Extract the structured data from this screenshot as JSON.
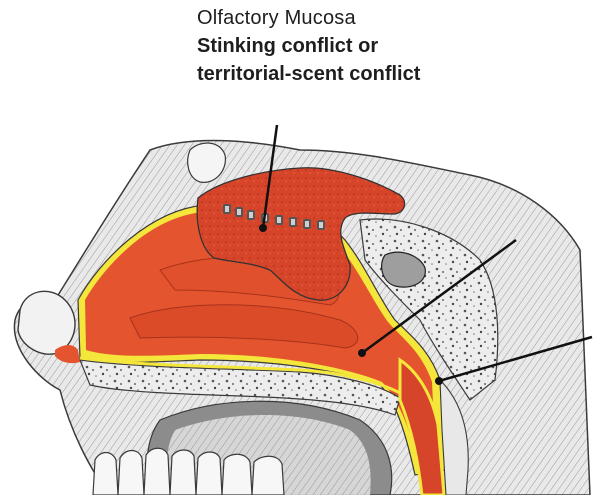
{
  "label": {
    "title": "Olfactory Mucosa",
    "conflict_line_1": "Stinking conflict or",
    "conflict_line_2": "territorial-scent conflict"
  },
  "colors": {
    "mucosa_red": "#e4552f",
    "olfactory_red": "#d6442a",
    "yellow_border": "#f5e63c",
    "bone_gray": "#d9d9d9",
    "outline": "#3a3a3a",
    "pointer": "#111111"
  },
  "icons": [
    "nasal-cavity-illustration",
    "pointer-line",
    "pointer-dot"
  ]
}
